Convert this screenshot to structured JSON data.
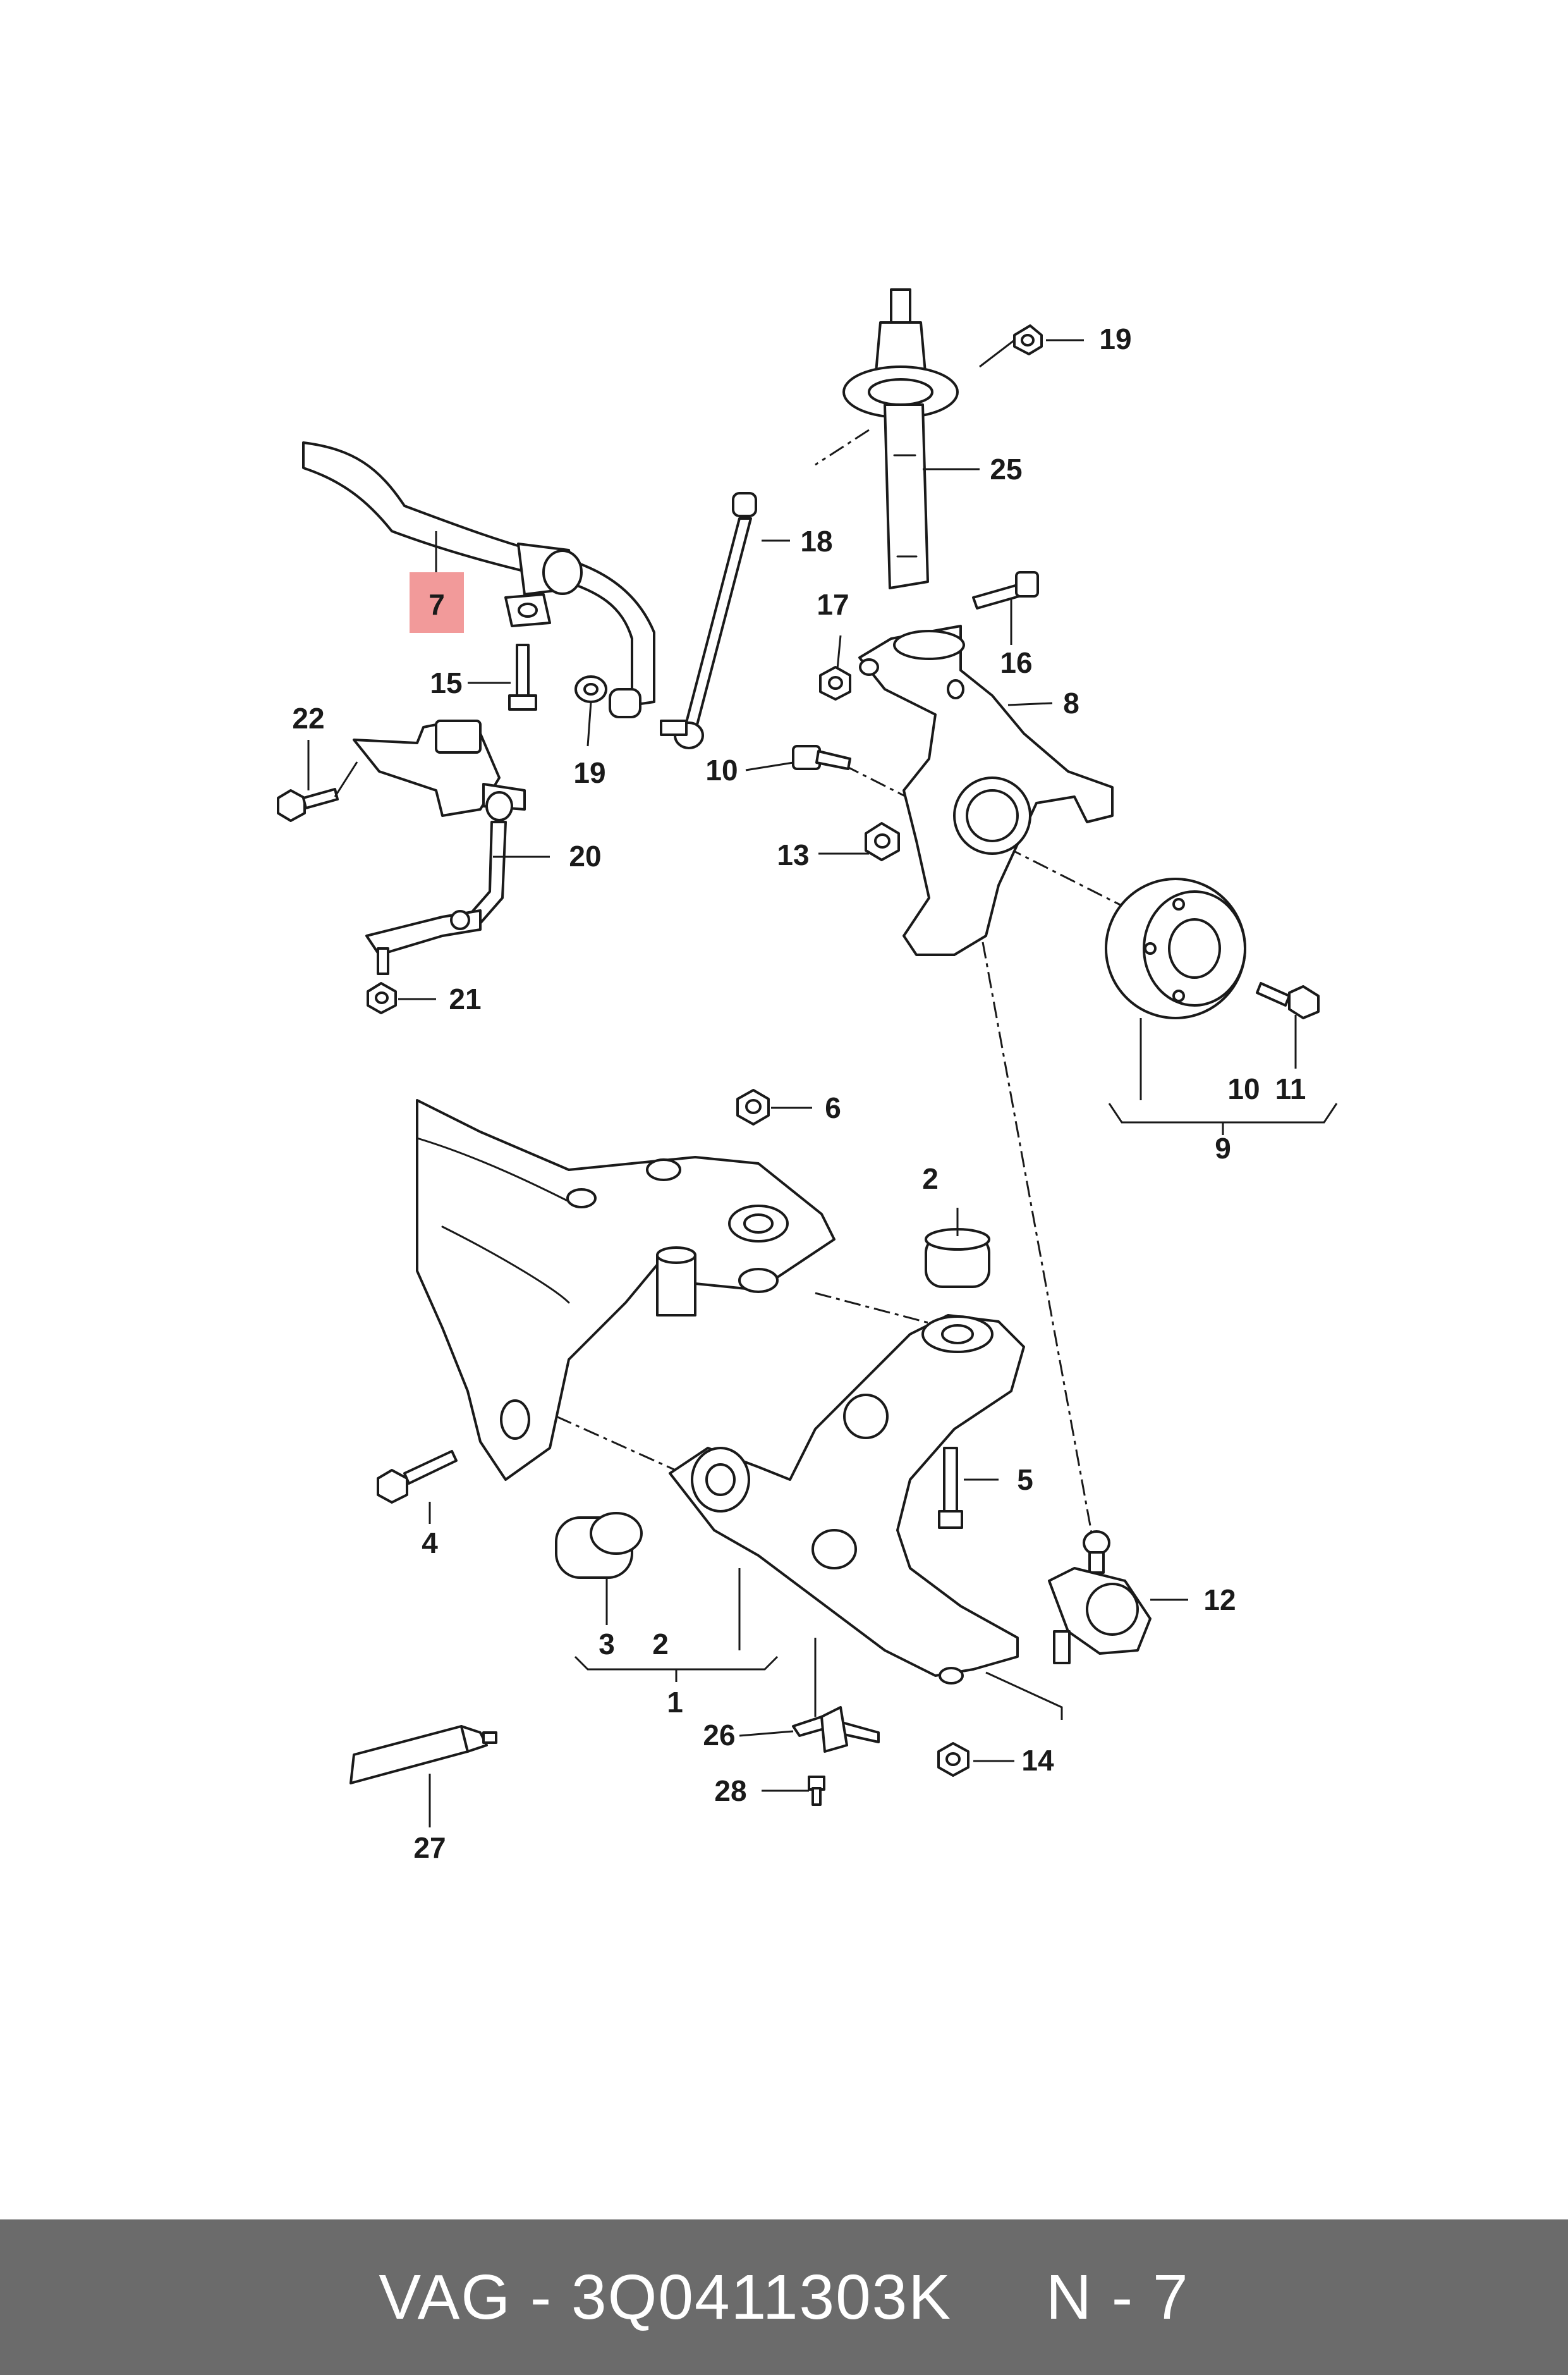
{
  "callouts": {
    "c1": "1",
    "c2a": "2",
    "c2b": "2",
    "c3": "3",
    "c4": "4",
    "c5": "5",
    "c6": "6",
    "c7": "7",
    "c8": "8",
    "c9": "9",
    "c10a": "10",
    "c10b": "10",
    "c11": "11",
    "c12": "12",
    "c13": "13",
    "c14": "14",
    "c15": "15",
    "c16": "16",
    "c17": "17",
    "c18": "18",
    "c19a": "19",
    "c19b": "19",
    "c20": "20",
    "c21": "21",
    "c22": "22",
    "c25": "25",
    "c26": "26",
    "c27": "27",
    "c28": "28"
  },
  "highlight_color": "#f29a9a",
  "footer": {
    "brand": "VAG",
    "separator": " - ",
    "part_number": "3Q0411303K",
    "gap": "     ",
    "position_label": "N - 7"
  }
}
